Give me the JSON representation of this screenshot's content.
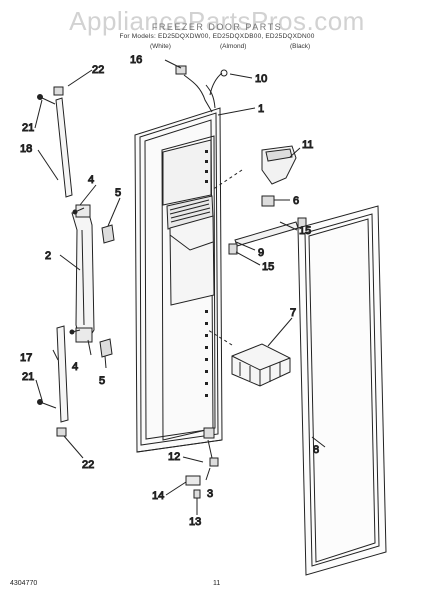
{
  "header": {
    "watermark": "AppliancePartsPros.com",
    "title": "FREEZER DOOR PARTS",
    "models": "For Models: ED25DQXDW00, ED25DQXDB00, ED25DQXDN00",
    "variants": [
      "(White)",
      "(Almond)",
      "(Black)"
    ]
  },
  "parts": [
    {
      "id": "1"
    },
    {
      "id": "2"
    },
    {
      "id": "3"
    },
    {
      "id": "4"
    },
    {
      "id": "5"
    },
    {
      "id": "6"
    },
    {
      "id": "7"
    },
    {
      "id": "8"
    },
    {
      "id": "9"
    },
    {
      "id": "10"
    },
    {
      "id": "11"
    },
    {
      "id": "12"
    },
    {
      "id": "13"
    },
    {
      "id": "14"
    },
    {
      "id": "15"
    },
    {
      "id": "16"
    },
    {
      "id": "17"
    },
    {
      "id": "18"
    },
    {
      "id": "21"
    },
    {
      "id": "22"
    }
  ],
  "footer": {
    "doc_number": "4304770",
    "page_number": "11"
  }
}
